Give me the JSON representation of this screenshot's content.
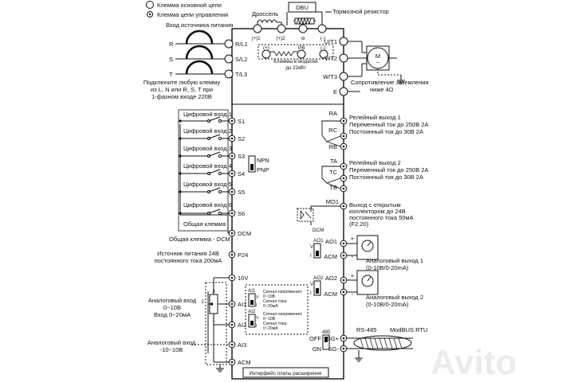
{
  "legend": {
    "main_terminal": "Клемма основной цепи",
    "control_terminal": "Клемма цепи управления"
  },
  "power": {
    "heading": "Вход источника питания",
    "phases": [
      {
        "phase": "R",
        "terminal": "R/L1"
      },
      {
        "phase": "S",
        "terminal": "S/L2"
      },
      {
        "phase": "T",
        "terminal": "T/L3"
      }
    ],
    "note": [
      "Подключите любую клемму",
      "из L, N или R, S, T при",
      "1-фазном входе 220В"
    ]
  },
  "braking": {
    "choke": "Дроссель",
    "dbu": "DBU",
    "resistor": "Тормозной резистор",
    "terminals": [
      "(+)1",
      "(+)2",
      "⊖",
      "(-)"
    ],
    "pb_labels": [
      "(+)",
      "PB",
      "(-)"
    ],
    "pb_note": [
      "Клеммы в моделях",
      "до 22кВт"
    ]
  },
  "motor": {
    "terminals": [
      "U/T1",
      "V/T2",
      "W/T3",
      "E"
    ],
    "symbol": "M",
    "phase": "~",
    "ground_note": [
      "Сопротивление заземления",
      "ниже 4Ω"
    ]
  },
  "digital_inputs": {
    "labels": [
      "Цифровой вход 1",
      "Цифровой вход 2",
      "Цифровой вход 3",
      "Цифровой вход 4",
      "Цифровой вход 5",
      "Цифровой вход 6",
      "Общая клемма"
    ],
    "terminals": [
      "S1",
      "S2",
      "S3",
      "S4",
      "S5",
      "S6"
    ],
    "switch_options": [
      "NPN",
      "PNP"
    ],
    "dcm_terminal": "DCM",
    "dcm_note": "Общая клемма - DCM",
    "p24_note": [
      "Источник питания 24В",
      "постоянного тока 200мА"
    ],
    "p24_terminal": "P24"
  },
  "relay1": {
    "terminals": [
      "RA",
      "RC",
      "RB"
    ],
    "lines": [
      "Релейный выход 1",
      "Переменный ток до 250В 2А",
      "Постоянный ток до 30В 2А"
    ]
  },
  "relay2": {
    "terminals": [
      "TA",
      "TC",
      "TB"
    ],
    "lines": [
      "Релейный выход 2",
      "Переменный ток до 250В 2А",
      "Постоянный ток до 30В 2А"
    ]
  },
  "open_collector": {
    "terminal": "MO1",
    "dcm": "DCM",
    "lines": [
      "Выход с открытым",
      "коллектором до 24В",
      "постоянного тока 50мА",
      "(F2.20)"
    ]
  },
  "analog_outputs": [
    {
      "switch": "AO1",
      "terminal": "AO1",
      "common": "ACM",
      "lines": [
        "Аналоговый выход 1",
        "(0-10B/0-20mA)"
      ]
    },
    {
      "switch": "AO2",
      "terminal": "AO2",
      "common": "ACM",
      "lines": [
        "Аналоговый выход 2",
        "(0-10B/0-20mA)"
      ]
    }
  ],
  "switch_vi": [
    "V",
    "I"
  ],
  "analog_inputs": {
    "terminals": [
      "10V",
      "AI1",
      "AI2",
      "AI3",
      "ACM"
    ],
    "pot_numbers": [
      "3",
      "2",
      "1"
    ],
    "ai1_switch": "AI1",
    "ai2_switch": "AI2",
    "ai1_label": [
      "Аналоговый вход",
      "0~10B",
      "Вход 0~20мА"
    ],
    "ai3_label": [
      "Аналоговый вход",
      "-10~10B"
    ],
    "sig_v": "Сигнал напряжения:",
    "sig_v_range": "0~10В",
    "sig_i": "Сигнал тока:",
    "sig_i_range": "0~20мА"
  },
  "rs485": {
    "switch": "485",
    "off": "OFF",
    "on": "ON",
    "terminals": [
      "SG+",
      "SG-"
    ],
    "label": "RS-485",
    "protocol": "ModBUS RTU"
  },
  "expansion": "Интерфейс платы расширения",
  "watermark": "Avito"
}
